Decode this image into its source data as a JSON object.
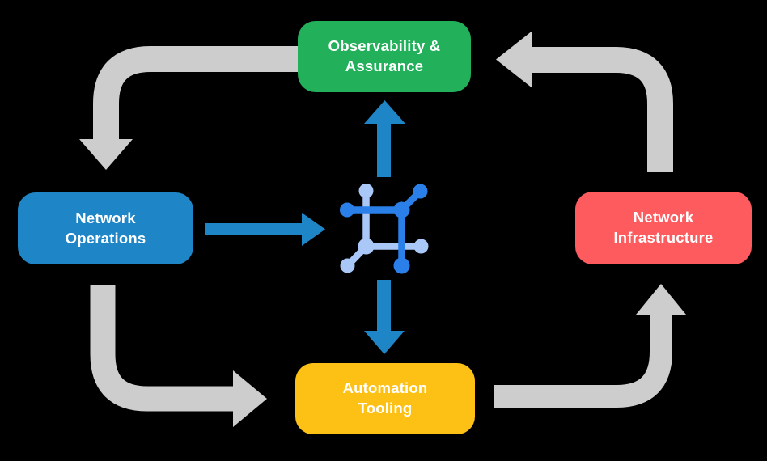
{
  "background_color": "#000000",
  "diagram": {
    "type": "cycle-flow-diagram",
    "node_text_color": "#ffffff",
    "nodes": {
      "observability": {
        "label": "Observability &\nAssurance",
        "color": "#22b05a"
      },
      "operations": {
        "label": "Network\nOperations",
        "color": "#1e85c7"
      },
      "infrastructure": {
        "label": "Network\nInfrastructure",
        "color": "#fd5b5e"
      },
      "automation": {
        "label": "Automation\nTooling",
        "color": "#fdc115"
      }
    },
    "center_icon": {
      "name": "network-mesh-icon",
      "dark_color": "#2b7fe8",
      "light_color": "#a9c8f8"
    },
    "arrow_colors": {
      "gray": "#cdcdcd",
      "blue": "#1e85c7"
    },
    "connections": [
      {
        "from": "Observability & Assurance",
        "to": "Network Operations",
        "style": "gray"
      },
      {
        "from": "Network Operations",
        "to": "Automation Tooling",
        "style": "gray"
      },
      {
        "from": "Automation Tooling",
        "to": "Network Infrastructure",
        "style": "gray"
      },
      {
        "from": "Network Infrastructure",
        "to": "Observability & Assurance",
        "style": "gray"
      },
      {
        "from": "Network Operations",
        "to": "center-icon",
        "style": "blue"
      },
      {
        "from": "center-icon",
        "to": "Observability & Assurance",
        "style": "blue"
      },
      {
        "from": "center-icon",
        "to": "Automation Tooling",
        "style": "blue"
      }
    ]
  }
}
